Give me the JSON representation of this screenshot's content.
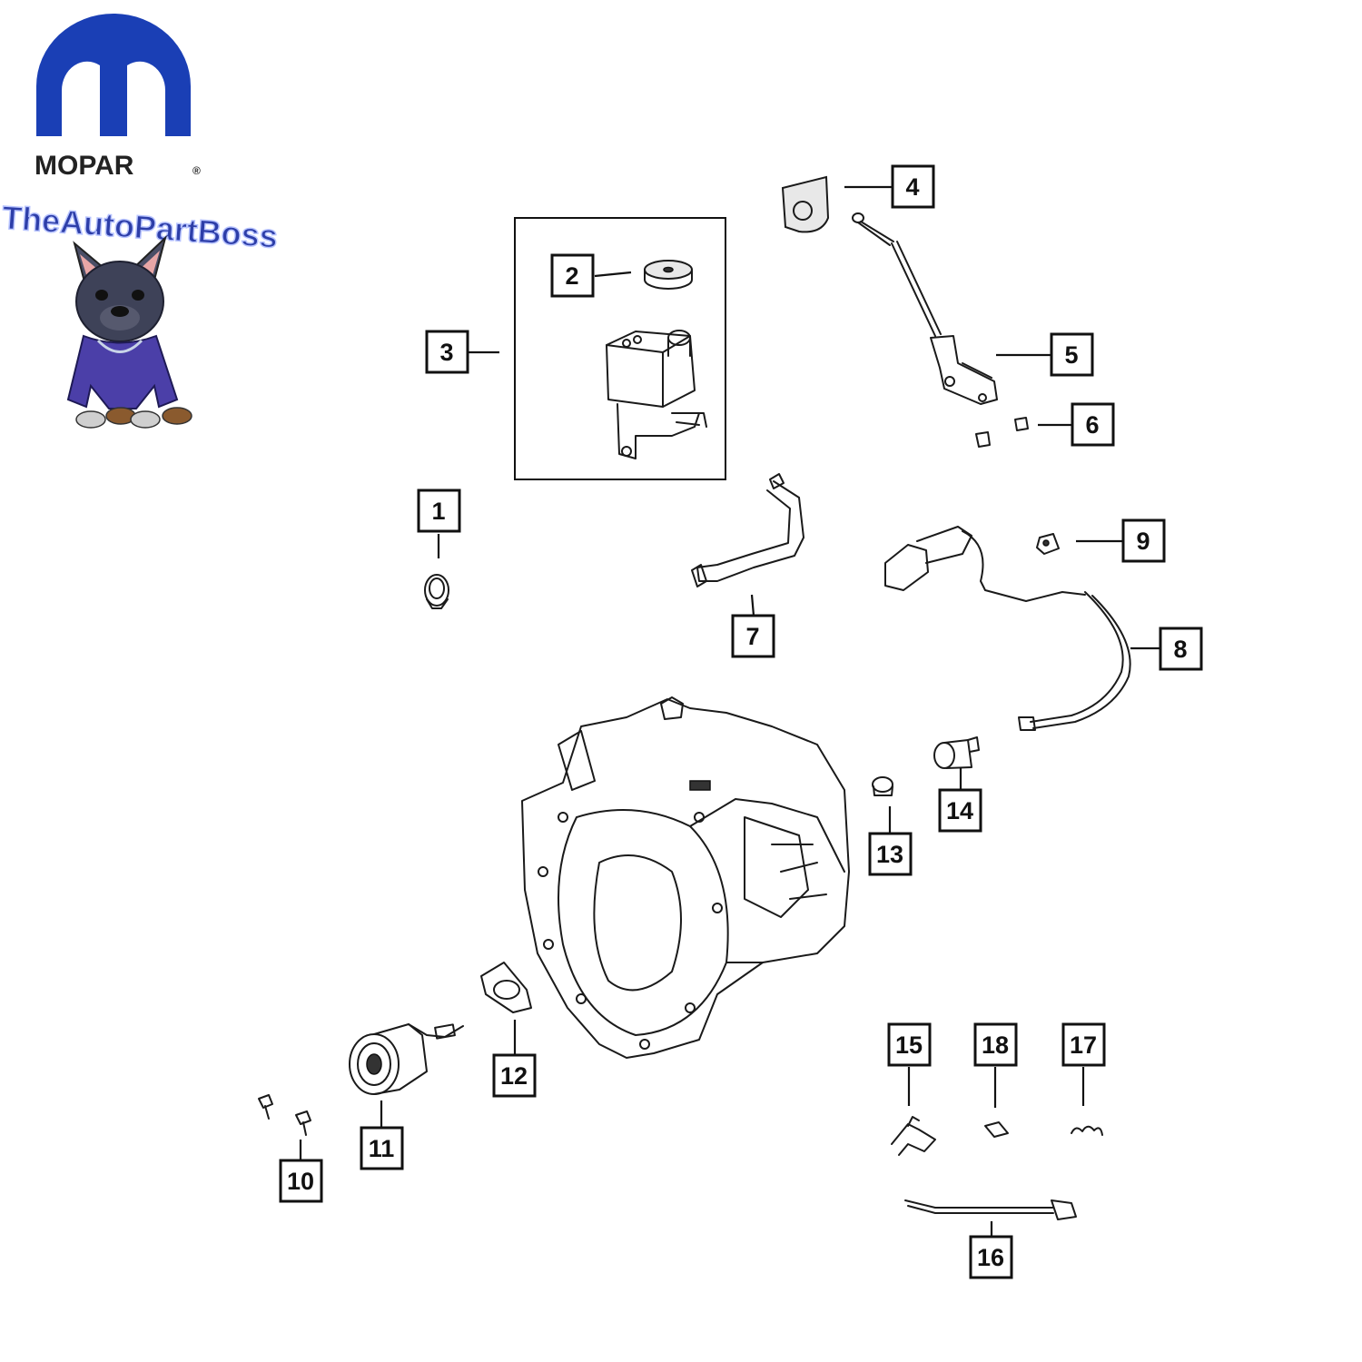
{
  "brand": {
    "wordmark": "MOPAR",
    "registered": "®",
    "dealer": "TheAutoPartBoss",
    "color": "#1a3fb5"
  },
  "callouts": {
    "c1": "1",
    "c2": "2",
    "c3": "3",
    "c4": "4",
    "c5": "5",
    "c6": "6",
    "c7": "7",
    "c8": "8",
    "c9": "9",
    "c10": "10",
    "c11": "11",
    "c12": "12",
    "c13": "13",
    "c14": "14",
    "c15": "15",
    "c16": "16",
    "c17": "17",
    "c18": "18"
  }
}
